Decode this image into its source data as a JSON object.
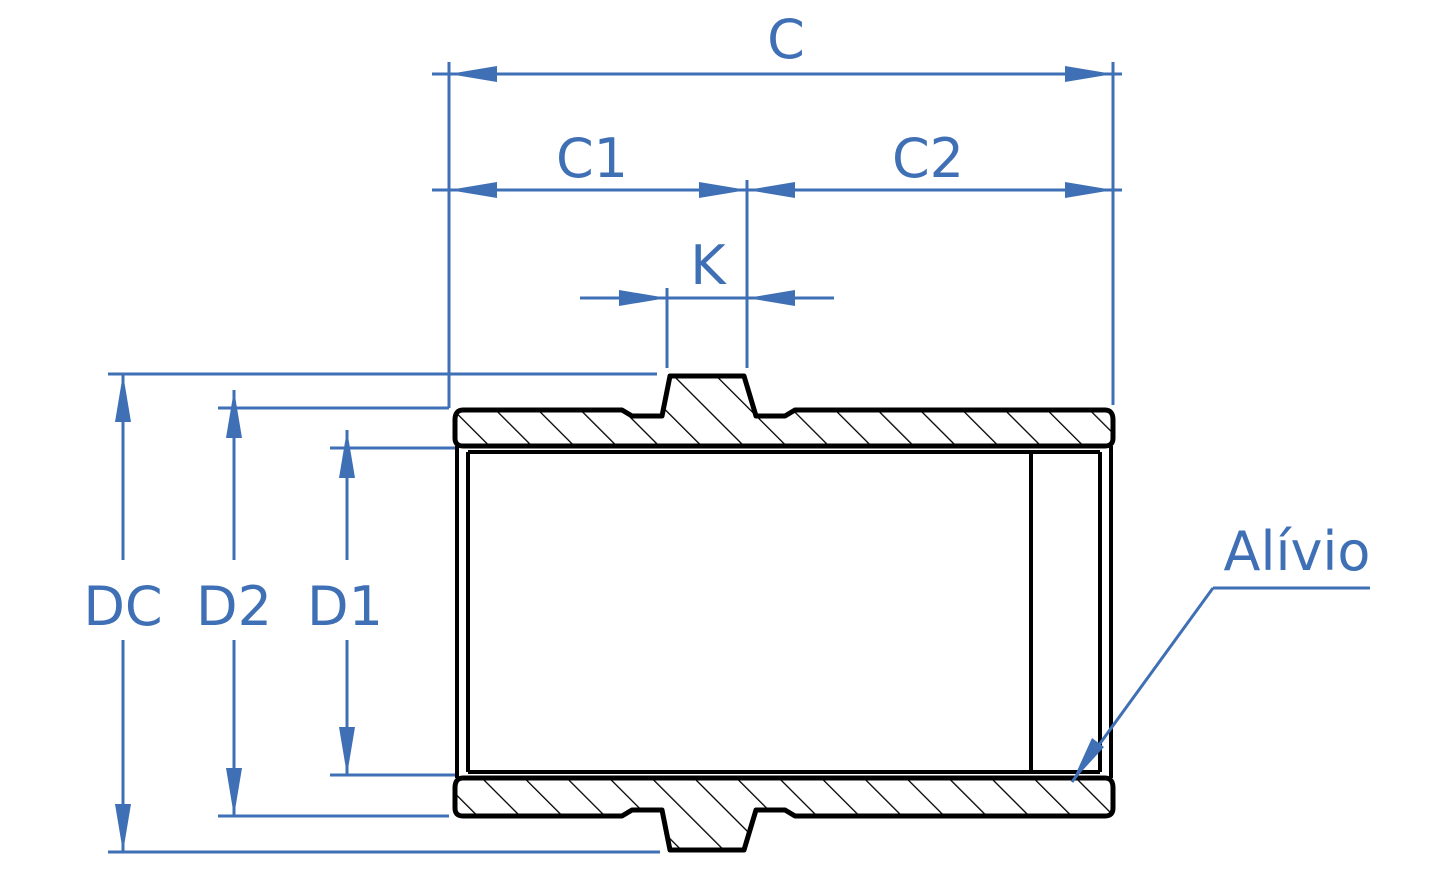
{
  "labels": {
    "c": "C",
    "c1": "C1",
    "c2": "C2",
    "k": "K",
    "dc": "DC",
    "d2": "D2",
    "d1": "D1",
    "relief": "Alívio"
  },
  "colors": {
    "dimension": "#3f6fb5",
    "outline": "#000000",
    "background": "#ffffff"
  }
}
